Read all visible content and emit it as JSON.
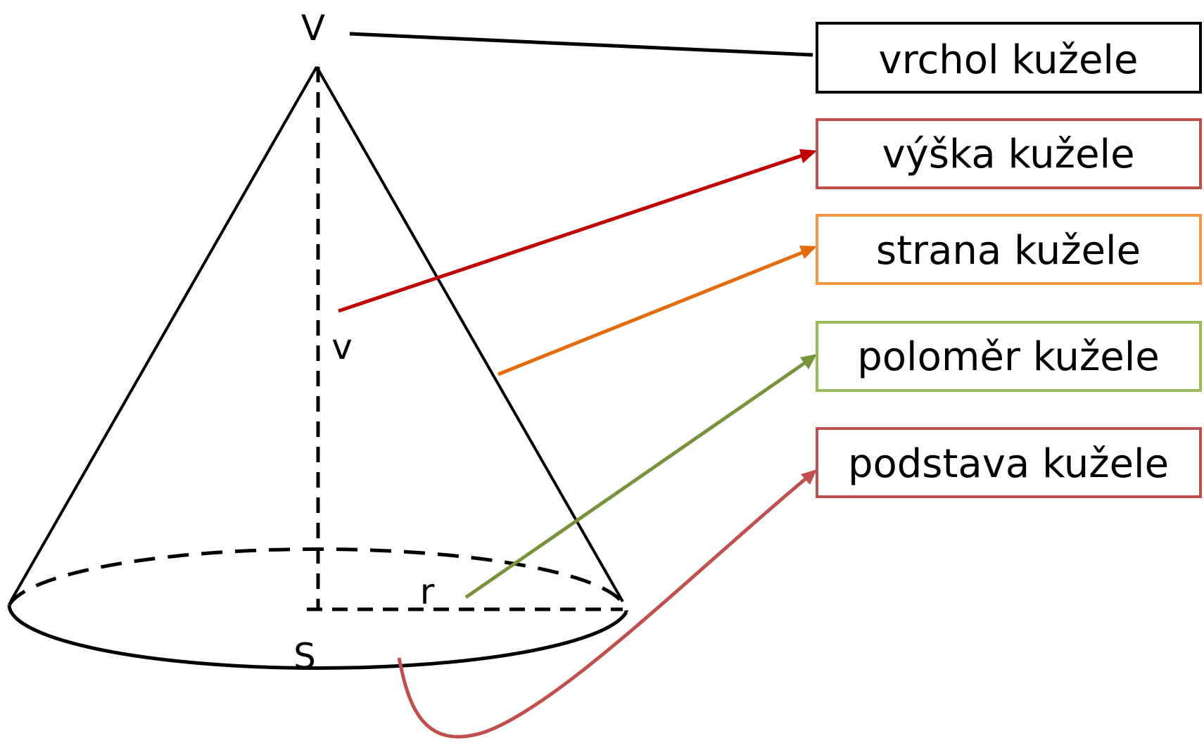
{
  "points": {
    "apex": "V",
    "height": "v",
    "radius": "r",
    "center": "S"
  },
  "labels": {
    "apex": "vrchol kužele",
    "height": "výška kužele",
    "side": "strana kužele",
    "radius": "poloměr kužele",
    "base": "podstava kužele"
  },
  "colors": {
    "apex": "#000000",
    "height": "#c00000",
    "side": "#e46c0a",
    "radius": "#77933c",
    "base": "#c0504d",
    "apex_box": "#000000",
    "height_box": "#c0504d",
    "side_box": "#f79646",
    "radius_box": "#9bbb59",
    "base_box": "#c0504d"
  }
}
